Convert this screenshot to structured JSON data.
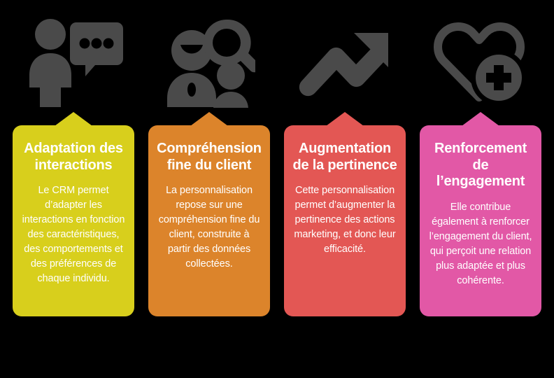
{
  "background_color": "#000000",
  "icon_color": "#4a4a4a",
  "text_color": "#ffffff",
  "cards": [
    {
      "icon": "person-speech-bubble-icon",
      "color": "#d8cf1c",
      "title": "Adaptation des interactions",
      "body": "Le CRM permet d’adapter les interactions en fonction des caractéristiques, des comportements et des préférences de chaque individu."
    },
    {
      "icon": "people-magnifier-icon",
      "color": "#dc842b",
      "title": "Compréhension fine du client",
      "body": "La personnalisation repose sur une compréhension fine du client, construite à partir des données collectées."
    },
    {
      "icon": "growth-arrow-icon",
      "color": "#e35754",
      "title": "Augmentation de la pertinence",
      "body": "Cette personnalisation permet d’augmenter la pertinence des actions marketing, et donc leur efficacité."
    },
    {
      "icon": "heart-plus-icon",
      "color": "#e258a6",
      "title": "Renforcement de l’engagement",
      "body": "Elle contribue également à renforcer l’engagement du client, qui perçoit une relation plus adaptée et plus cohérente."
    }
  ]
}
